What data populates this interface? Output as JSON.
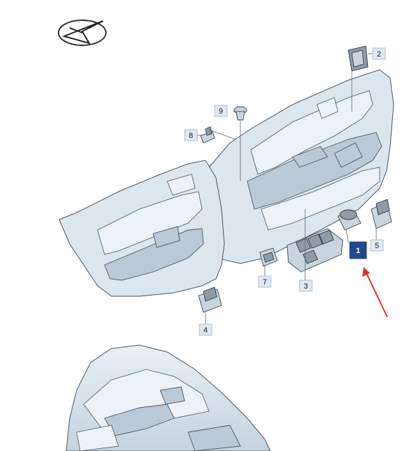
{
  "callouts": [
    {
      "id": "1",
      "label": "1",
      "highlight": true
    },
    {
      "id": "2",
      "label": "2",
      "highlight": false
    },
    {
      "id": "3",
      "label": "3",
      "highlight": false
    },
    {
      "id": "4",
      "label": "4",
      "highlight": false
    },
    {
      "id": "5",
      "label": "5",
      "highlight": false
    },
    {
      "id": "7",
      "label": "7",
      "highlight": false
    },
    {
      "id": "8",
      "label": "8",
      "highlight": false
    },
    {
      "id": "9",
      "label": "9",
      "highlight": false
    }
  ],
  "colors": {
    "highlight_box": "#1f4a8c",
    "callout_box": "#dfe8f3",
    "arrow": "#e0302c",
    "panel": "#dce6ef"
  },
  "icons": [
    "logo-arrow-icon",
    "red-pointer-arrow"
  ]
}
